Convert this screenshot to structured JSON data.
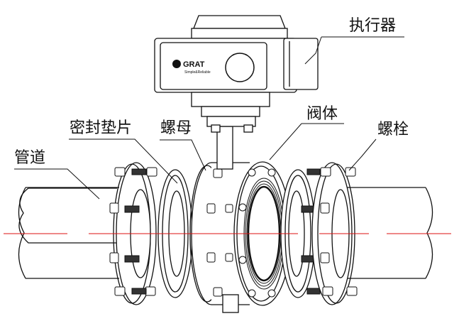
{
  "labels": {
    "actuator": "执行器",
    "gasket": "密封垫片",
    "nut": "螺母",
    "valve_body": "阀体",
    "pipe": "管道",
    "bolt": "螺栓"
  },
  "brand": {
    "name": "GRAT",
    "tagline": "Simple&Reliable"
  }
}
